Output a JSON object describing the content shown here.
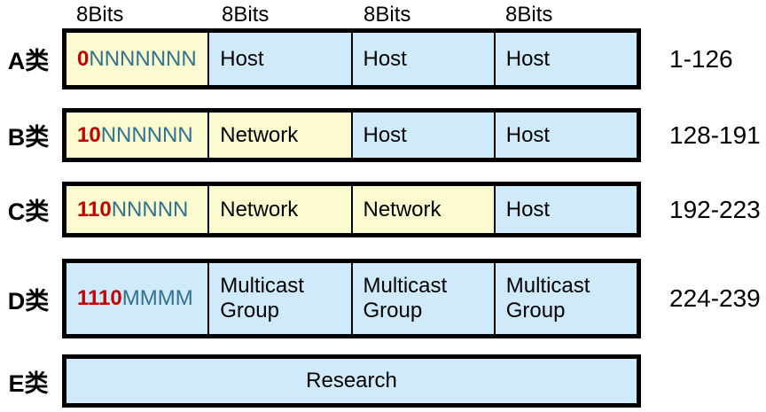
{
  "colors": {
    "yellow": "#FBFBCF",
    "blue": "#CEEAFB",
    "red": "#C00000",
    "teal": "#31708F",
    "border": "#000000"
  },
  "header": {
    "bit_labels": [
      "8Bits",
      "8Bits",
      "8Bits",
      "8Bits"
    ]
  },
  "rows": [
    {
      "label": "A类",
      "range": "1-126",
      "cells": [
        {
          "kind": "bits",
          "prefix": "0",
          "rest": "NNNNNNN",
          "bg": "yellow"
        },
        {
          "kind": "text",
          "text": "Host",
          "bg": "blue"
        },
        {
          "kind": "text",
          "text": "Host",
          "bg": "blue"
        },
        {
          "kind": "text",
          "text": "Host",
          "bg": "blue"
        }
      ]
    },
    {
      "label": "B类",
      "range": "128-191",
      "cells": [
        {
          "kind": "bits",
          "prefix": "10",
          "rest": "NNNNNN",
          "bg": "yellow"
        },
        {
          "kind": "text",
          "text": "Network",
          "bg": "yellow"
        },
        {
          "kind": "text",
          "text": "Host",
          "bg": "blue"
        },
        {
          "kind": "text",
          "text": "Host",
          "bg": "blue"
        }
      ]
    },
    {
      "label": "C类",
      "range": "192-223",
      "cells": [
        {
          "kind": "bits",
          "prefix": "110",
          "rest": "NNNNN",
          "bg": "yellow"
        },
        {
          "kind": "text",
          "text": "Network",
          "bg": "yellow"
        },
        {
          "kind": "text",
          "text": "Network",
          "bg": "yellow"
        },
        {
          "kind": "text",
          "text": "Host",
          "bg": "blue"
        }
      ]
    },
    {
      "label": "D类",
      "range": "224-239",
      "cells": [
        {
          "kind": "bits",
          "prefix": "1110",
          "rest": "MMMM",
          "bg": "blue"
        },
        {
          "kind": "text",
          "text": "Multicast Group",
          "bg": "blue"
        },
        {
          "kind": "text",
          "text": "Multicast Group",
          "bg": "blue"
        },
        {
          "kind": "text",
          "text": "Multicast Group",
          "bg": "blue"
        }
      ]
    },
    {
      "label": "E类",
      "range": "",
      "cells": [
        {
          "kind": "text",
          "text": "Research",
          "bg": "blue"
        }
      ]
    }
  ]
}
